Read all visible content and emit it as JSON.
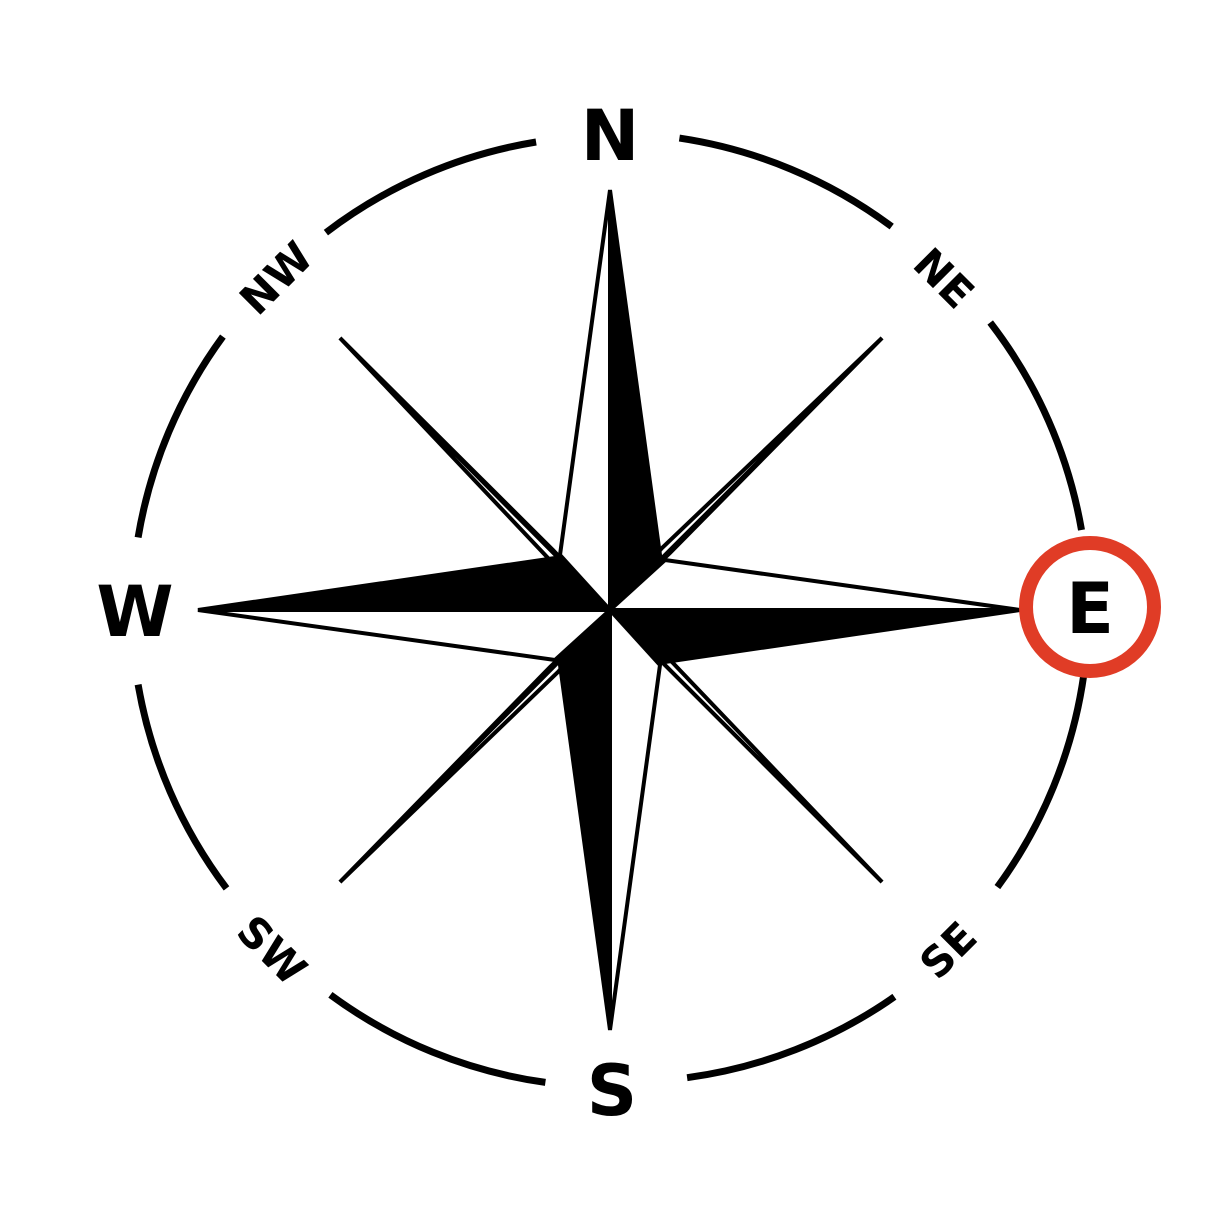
{
  "compass": {
    "north_label": "N",
    "south_label": "S",
    "east_label": "E",
    "west_label": "W",
    "northeast_label": "NE",
    "northwest_label": "NW",
    "southeast_label": "SE",
    "southwest_label": "SW"
  },
  "highlight": {
    "direction": "E",
    "color": "#e03c26"
  },
  "colors": {
    "ink": "#000000",
    "paper": "#ffffff"
  }
}
